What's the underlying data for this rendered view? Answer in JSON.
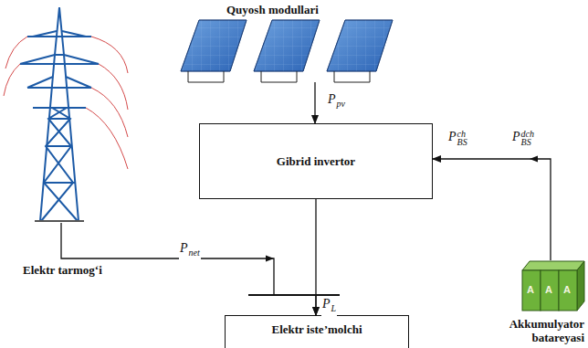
{
  "diagram": {
    "nodes": [
      {
        "text": [
          "Quyosh modullari"
        ]
      },
      {
        "text": [
          "Gibrid invertor"
        ]
      },
      {
        "text": [
          "Elektr tarmog‘i"
        ]
      },
      {
        "text": [
          "Akkumulyator batareyasi"
        ]
      },
      {
        "text": [
          "Elektr iste’molchi"
        ]
      }
    ],
    "edges": [
      {
        "from": 0,
        "to": 1,
        "arrow": "to",
        "label": "Ppv"
      },
      {
        "from": 3,
        "to": 1,
        "arrow": "to",
        "label": "PBSdch"
      },
      {
        "from": 2,
        "to": 4,
        "arrow": "to",
        "label": "Pnet"
      },
      {
        "from": 1,
        "to": 4,
        "arrow": "to",
        "label": "PL"
      }
    ],
    "labels": [
      "PBSch",
      "A",
      "A",
      "A"
    ]
  }
}
